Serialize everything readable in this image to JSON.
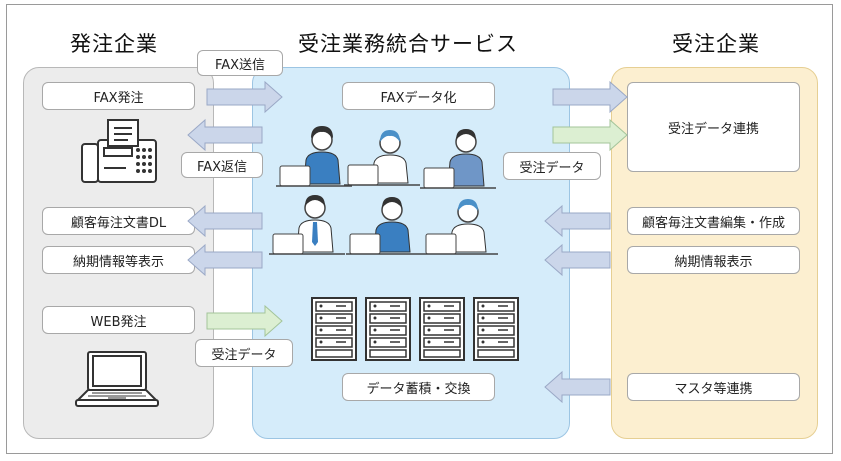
{
  "headings": {
    "ordering_company": "発注企業",
    "service": "受注業務統合サービス",
    "receiving_company": "受注企業"
  },
  "left": {
    "fax_order": "FAX発注",
    "customer_doc_dl": "顧客毎注文書DL",
    "delivery_display": "納期情報等表示",
    "web_order": "WEB発注"
  },
  "center": {
    "fax_data": "FAXデータ化",
    "data_store": "データ蓄積・交換"
  },
  "right": {
    "order_data_link": "受注データ連携",
    "customer_doc_edit": "顧客毎注文書編集・作成",
    "delivery_info": "納期情報表示",
    "master_link": "マスタ等連携"
  },
  "arrow_labels": {
    "fax_send": "FAX送信",
    "fax_reply": "FAX返信",
    "order_data_right": "受注データ",
    "order_data_web": "受注データ"
  },
  "icons": [
    "fax-machine-icon",
    "laptop-icon",
    "operator-icon",
    "server-rack-icon"
  ],
  "colors": {
    "left_panel": "#ececec",
    "center_panel": "#d5ecfa",
    "right_panel": "#fcefd0",
    "arrow_blue": "#cbd6ea",
    "arrow_green": "#dcefd2"
  }
}
